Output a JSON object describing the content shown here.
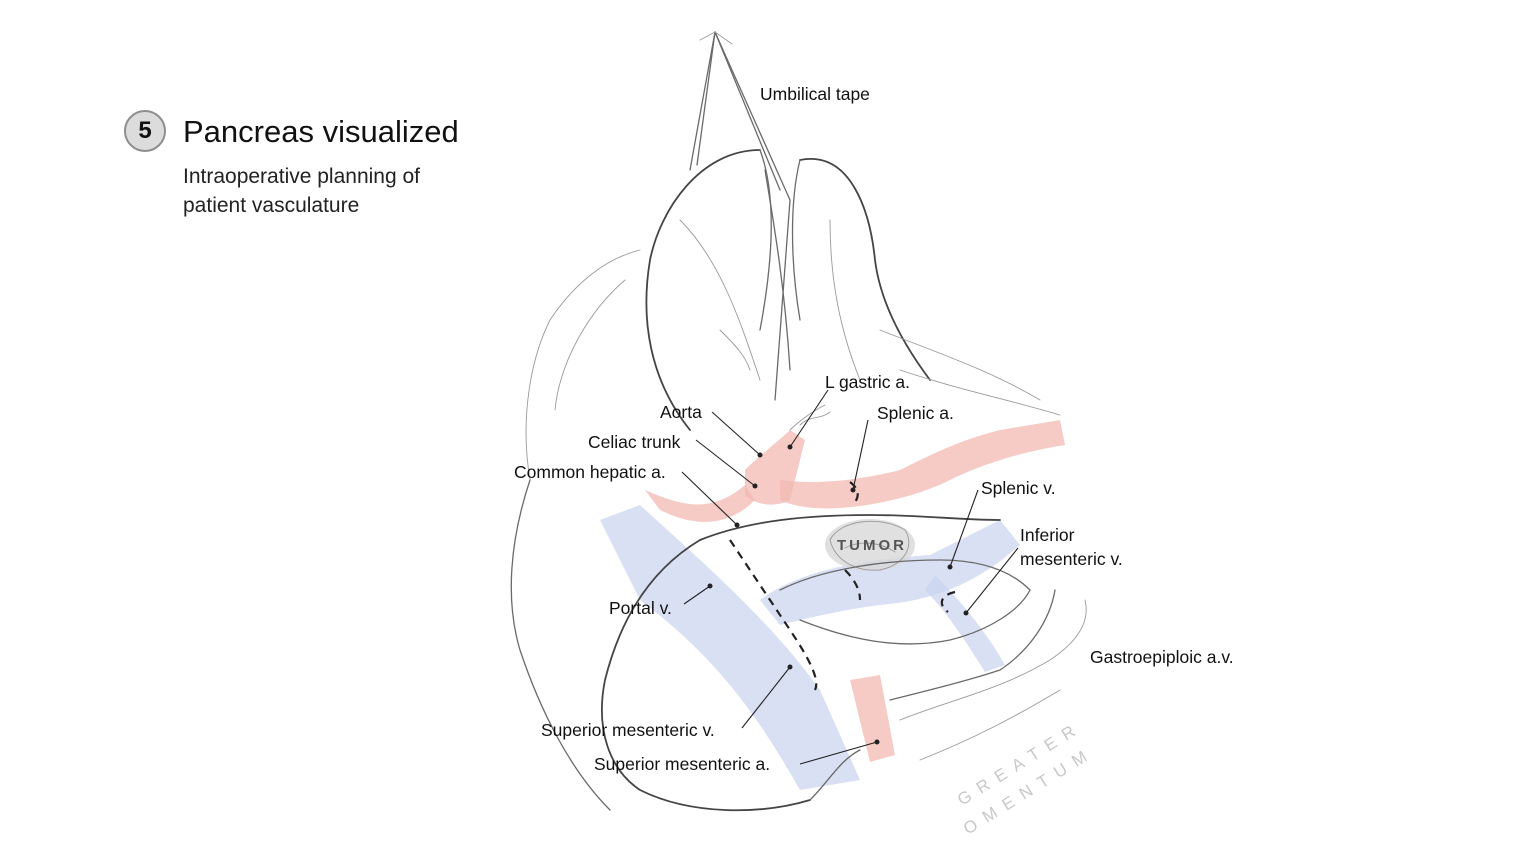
{
  "header": {
    "step_number": "5",
    "title": "Pancreas visualized",
    "subtitle_line1": "Intraoperative planning of",
    "subtitle_line2": "patient vasculature"
  },
  "labels": {
    "umbilical_tape": "Umbilical tape",
    "l_gastric": "L gastric a.",
    "aorta": "Aorta",
    "splenic_a": "Splenic a.",
    "celiac_trunk": "Celiac trunk",
    "common_hepatic": "Common hepatic a.",
    "splenic_v": "Splenic v.",
    "inferior_mesenteric_1": "Inferior",
    "inferior_mesenteric_2": "mesenteric v.",
    "tumor": "TUMOR",
    "portal_v": "Portal v.",
    "gastroepiploic": "Gastroepiploic a.v.",
    "superior_mesenteric_v": "Superior mesenteric v.",
    "superior_mesenteric_a": "Superior mesenteric a.",
    "greater": "GREATER",
    "omentum": "OMENTUM"
  },
  "colors": {
    "artery": "#f3b9b3",
    "vein": "#c9d3ee",
    "tumor": "#d8d8d8"
  }
}
